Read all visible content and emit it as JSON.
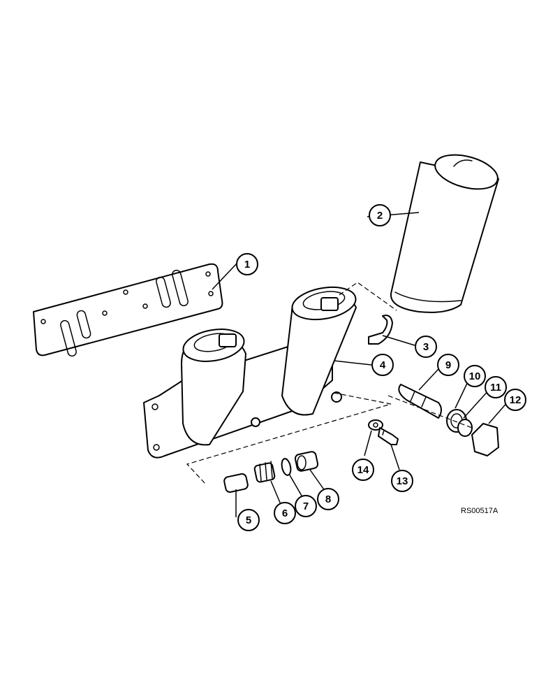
{
  "figure": {
    "reference_code": "RS00517A",
    "callouts": [
      {
        "id": "1",
        "part": "gasket"
      },
      {
        "id": "2",
        "part": "filter"
      },
      {
        "id": "3",
        "part": "elbow"
      },
      {
        "id": "4",
        "part": "filter-head"
      },
      {
        "id": "5",
        "part": "valve"
      },
      {
        "id": "6",
        "part": "spring"
      },
      {
        "id": "7",
        "part": "o-ring"
      },
      {
        "id": "8",
        "part": "plug"
      },
      {
        "id": "9",
        "part": "valve"
      },
      {
        "id": "10",
        "part": "spring"
      },
      {
        "id": "11",
        "part": "o-ring"
      },
      {
        "id": "12",
        "part": "plug"
      },
      {
        "id": "13",
        "part": "bolt"
      },
      {
        "id": "14",
        "part": "washer"
      }
    ]
  }
}
